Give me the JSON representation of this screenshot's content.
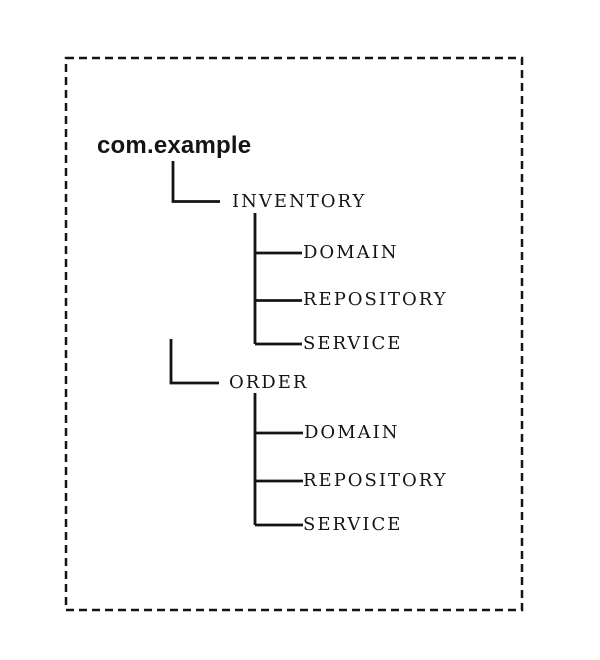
{
  "tree": {
    "root": "com.example",
    "packages": [
      {
        "label": "INVENTORY",
        "children": [
          {
            "label": "DOMAIN"
          },
          {
            "label": "REPOSITORY"
          },
          {
            "label": "SERVICE"
          }
        ]
      },
      {
        "label": "ORDER",
        "children": [
          {
            "label": "DOMAIN"
          },
          {
            "label": "REPOSITORY"
          },
          {
            "label": "SERVICE"
          }
        ]
      }
    ]
  },
  "colors": {
    "line": "#141414",
    "text": "#141414",
    "background": "#ffffff"
  }
}
